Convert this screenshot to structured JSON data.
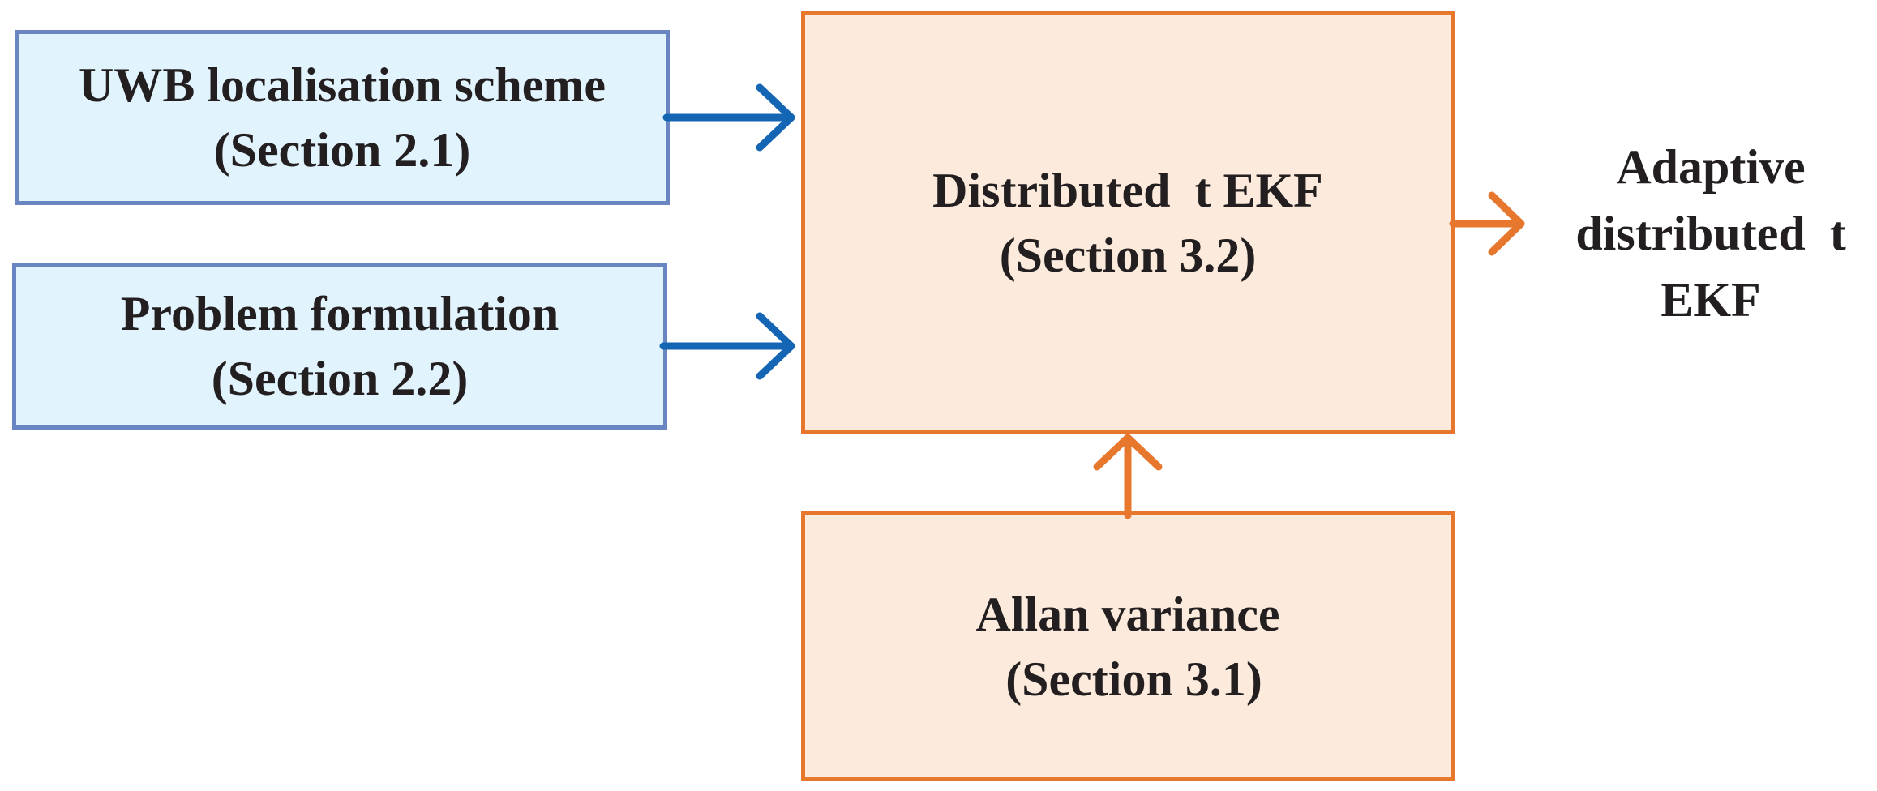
{
  "colors": {
    "blue_fill": "#e1f3fc",
    "blue_border": "#6a86c2",
    "blue_arrow": "#1565b5",
    "orange_fill": "#fcebdc",
    "orange_border": "#e8772e",
    "orange_arrow": "#e8772e",
    "text": "#231f20"
  },
  "boxes": {
    "uwb": {
      "line1": "UWB localisation scheme",
      "line2": "(Section 2.1)"
    },
    "problem": {
      "line1": "Problem formulation",
      "line2": "(Section 2.2)"
    },
    "distributed": {
      "line1": "Distributed  t EKF",
      "line2": "(Section 3.2)"
    },
    "allan": {
      "line1": "Allan variance",
      "line2": " (Section 3.1)"
    }
  },
  "output": {
    "line1": "Adaptive",
    "line2": "distributed  t",
    "line3": "EKF"
  }
}
